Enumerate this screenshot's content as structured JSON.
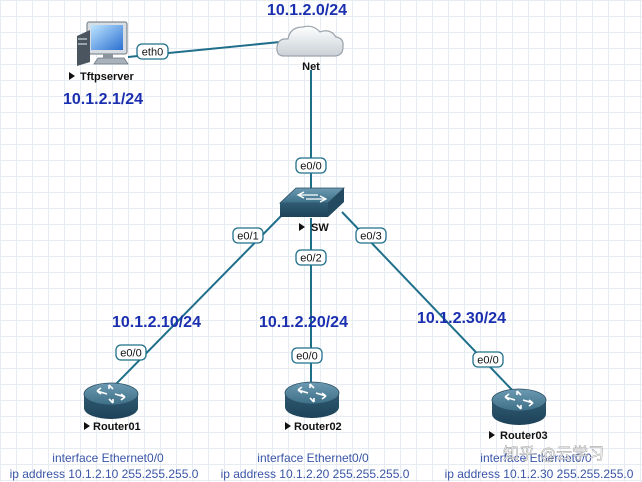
{
  "net": {
    "subnet": "10.1.2.0/24",
    "label": "Net"
  },
  "tftp": {
    "label": "Tftpserver",
    "interface": "eth0",
    "ip": "10.1.2.1/24"
  },
  "switch": {
    "label": "SW",
    "ports": {
      "uplink": "e0/0",
      "r1": "e0/1",
      "r2": "e0/2",
      "r3": "e0/3"
    }
  },
  "routers": [
    {
      "label": "Router01",
      "interface": "e0/0",
      "ip": "10.1.2.10/24",
      "config": [
        "interface Ethernet0/0",
        "ip address 10.1.2.10 255.255.255.0"
      ]
    },
    {
      "label": "Router02",
      "interface": "e0/0",
      "ip": "10.1.2.20/24",
      "config": [
        "interface Ethernet0/0",
        "ip address 10.1.2.20 255.255.255.0"
      ]
    },
    {
      "label": "Router03",
      "interface": "e0/0",
      "ip": "10.1.2.30/24",
      "config": [
        "interface Ethernet0/0",
        "ip address 10.1.2.30 255.255.255.0"
      ]
    }
  ],
  "watermark": "知乎 @云学习",
  "colors": {
    "link": "#1f6f8b",
    "ip_text": "#1a2fb0",
    "config_text": "#3a55a8"
  },
  "icons": {
    "run_indicator": "play-triangle-icon",
    "router": "router-icon",
    "switch": "switch-icon",
    "cloud": "cloud-icon",
    "server": "computer-icon"
  }
}
